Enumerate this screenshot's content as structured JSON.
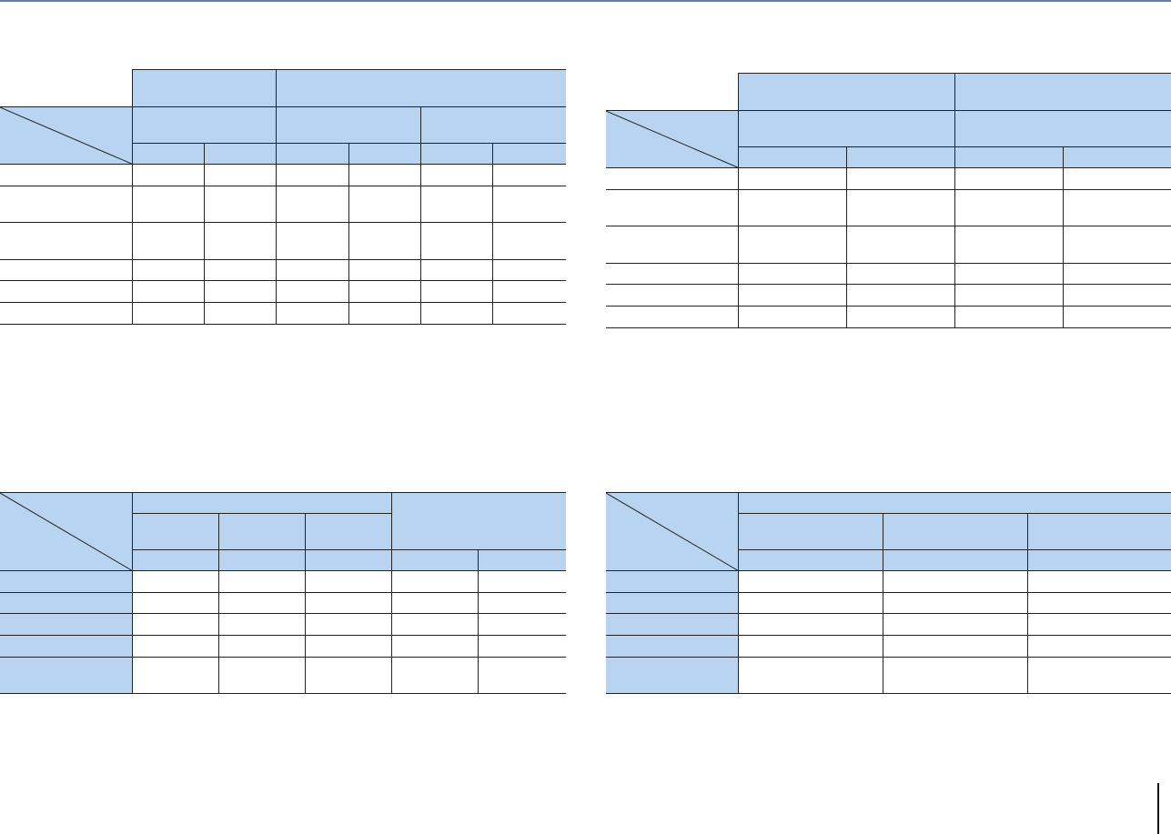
{
  "page": {
    "title": "",
    "page_number": ""
  },
  "colors": {
    "header_fill": "#b8d4f1",
    "rule": "#5a7fb0",
    "grid": "#222222"
  },
  "tables": [
    {
      "id": "table-top-left",
      "headers": [],
      "rows": []
    },
    {
      "id": "table-top-right",
      "headers": [],
      "rows": []
    },
    {
      "id": "table-bottom-left",
      "headers": [],
      "rows": []
    },
    {
      "id": "table-bottom-right",
      "headers": [],
      "rows": []
    }
  ]
}
